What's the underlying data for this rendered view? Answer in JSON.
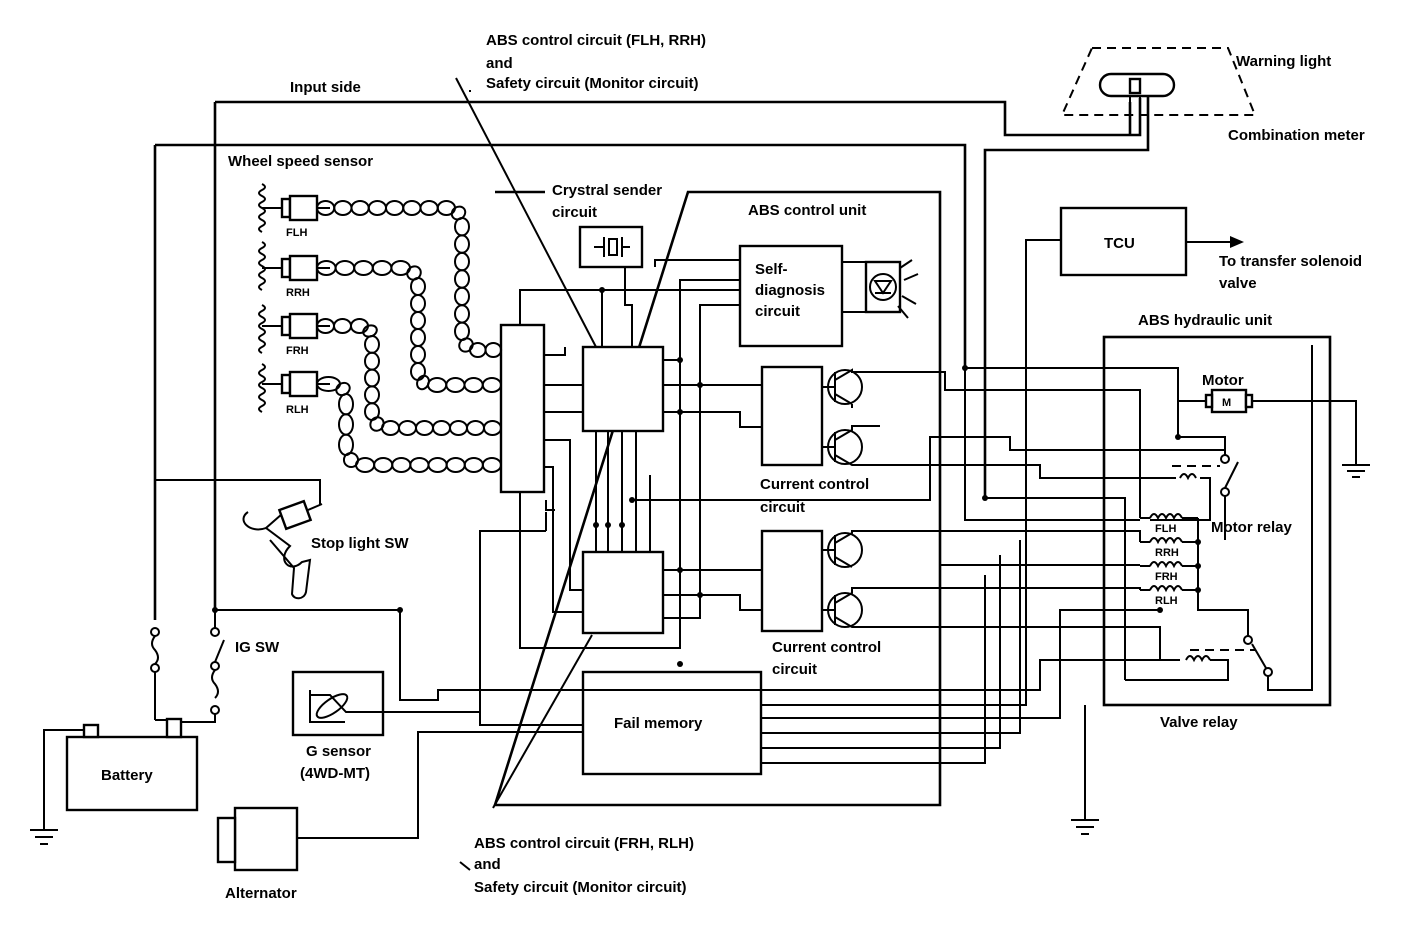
{
  "labels": {
    "abs_top_1": "ABS control circuit (FLH, RRH)",
    "abs_top_2": "and",
    "abs_top_3": "Safety circuit (Monitor circuit)",
    "input_side": "Input side",
    "wheel_speed_sensor": "Wheel speed sensor",
    "flh": "FLH",
    "rrh": "RRH",
    "frh": "FRH",
    "rlh": "RLH",
    "crystal_1": "Crystral sender",
    "crystal_2": "circuit",
    "abs_control_unit": "ABS control unit",
    "self_diag_1": "Self-",
    "self_diag_2": "diagnosis",
    "self_diag_3": "circuit",
    "current_control_1a": "Current control",
    "current_control_1b": "circuit",
    "current_control_2a": "Current control",
    "current_control_2b": "circuit",
    "fail_memory": "Fail memory",
    "stop_light_sw": "Stop light SW",
    "ig_sw": "IG SW",
    "battery": "Battery",
    "g_sensor_1": "G sensor",
    "g_sensor_2": "(4WD-MT)",
    "alternator": "Alternator",
    "abs_bottom_1": "ABS control circuit (FRH, RLH)",
    "abs_bottom_2": "and",
    "abs_bottom_3": "Safety circuit (Monitor circuit)",
    "warning_light": "Warning light",
    "combination_meter": "Combination meter",
    "tcu": "TCU",
    "transfer_1": "To transfer solenoid",
    "transfer_2": "valve",
    "abs_hydraulic_unit": "ABS hydraulic unit",
    "motor": "Motor",
    "motor_symbol": "M",
    "motor_relay": "Motor relay",
    "coil_flh": "FLH",
    "coil_rrh": "RRH",
    "coil_frh": "FRH",
    "coil_rlh": "RLH",
    "valve_relay": "Valve relay"
  }
}
